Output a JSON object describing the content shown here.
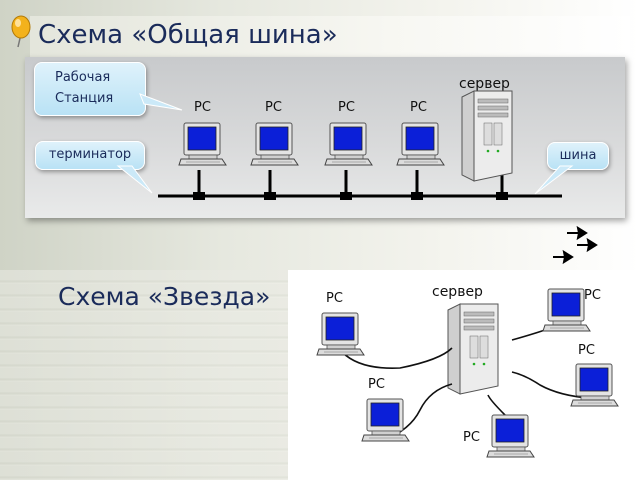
{
  "title_bus": "Схема «Общая шина»",
  "title_star": "Схема «Звезда»",
  "bus_diagram": {
    "callout_workstation": [
      "Рабочая",
      "Станция"
    ],
    "callout_terminator": "терминатор",
    "callout_bus": "шина",
    "server_label": "сервер",
    "pc_labels": [
      "PC",
      "PC",
      "PC",
      "PC"
    ]
  },
  "star_diagram": {
    "server_label": "сервер",
    "pc_labels": [
      "PC",
      "PC",
      "PC",
      "PC",
      "PC"
    ]
  },
  "colors": {
    "title": "#1a2b5a",
    "screen": "#0b1fd8",
    "callout": "#b9e2f5"
  }
}
